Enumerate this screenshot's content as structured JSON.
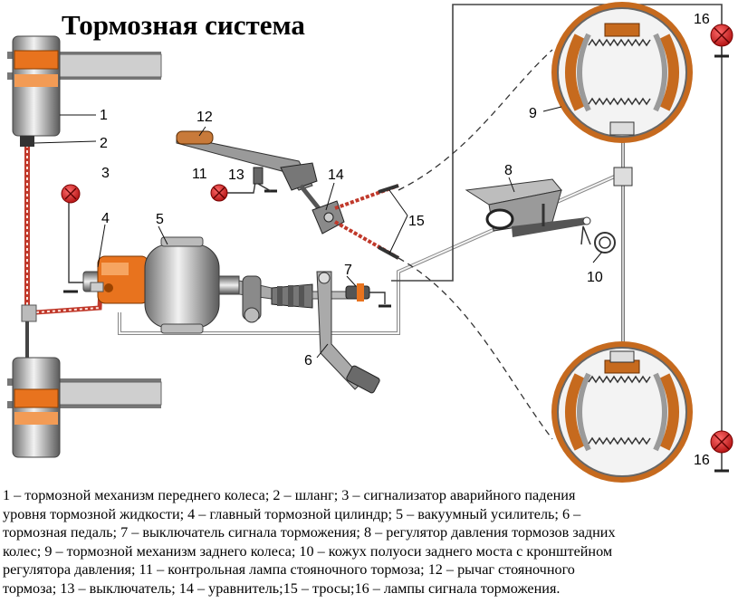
{
  "title": "Тормозная система",
  "labels": [
    "1",
    "2",
    "3",
    "4",
    "5",
    "6",
    "7",
    "8",
    "9",
    "10",
    "11",
    "12",
    "13",
    "14",
    "15",
    "16",
    "16"
  ],
  "legend": [
    "1 – тормозной механизм переднего колеса; 2 – шланг; 3 – сигнализатор аварийного падения",
    "уровня тормозной жидкости; 4 – главный тормозной цилиндр; 5 – вакуумный усилитель; 6 –",
    "тормозная педаль; 7 – выключатель сигнала торможения; 8 – регулятор давления тормозов задних",
    "колес; 9 – тормозной механизм заднего колеса; 10 – кожух полуоси заднего моста с кронштейном",
    "регулятора давления; 11 – контрольная лампа стояночного тормоза; 12 – рычаг стояночного",
    "тормоза; 13 – выключатель; 14 – уравнитель;15 – тросы;16 – лампы сигнала торможения."
  ],
  "colors": {
    "caliper": "#e8731e",
    "lamp": "#d81e1e",
    "drum_lining": "#c66a1e",
    "hose": "#c0392b"
  }
}
